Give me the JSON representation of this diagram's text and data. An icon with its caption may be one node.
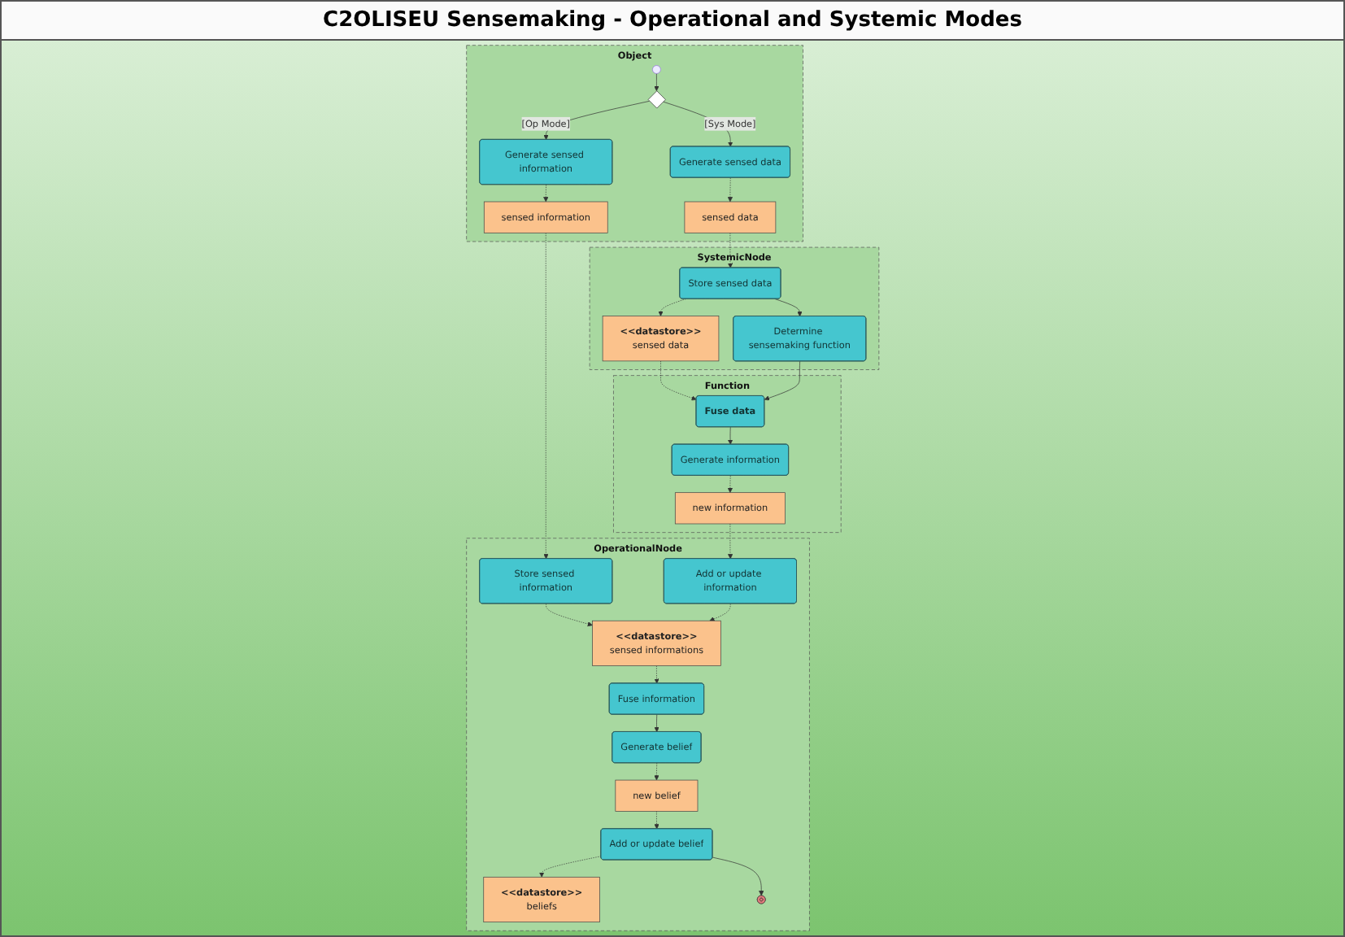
{
  "diagram": {
    "title": "C2OLISEU Sensemaking - Operational and Systemic Modes",
    "nodes": [
      {
        "text": [
          "Object"
        ]
      },
      {
        "text": [
          "Function"
        ]
      },
      {
        "text": [
          "SystemicNode"
        ]
      },
      {
        "text": [
          "OperationalNode"
        ]
      },
      {
        "text": [
          "sensed information"
        ],
        "in": 0
      },
      {
        "text": [
          "Generate sensed information"
        ],
        "in": 0
      },
      {
        "text": [],
        "shape": "circle",
        "in": 0
      },
      {
        "text": [],
        "shape": "diamond",
        "in": 0
      },
      {
        "text": [
          "Generate sensed data"
        ],
        "in": 0
      },
      {
        "text": [
          "sensed data"
        ],
        "in": 0
      },
      {
        "text": [
          "new information"
        ],
        "in": 1
      },
      {
        "text": [
          "Generate information"
        ],
        "in": 1
      },
      {
        "text": [
          "Fuse data"
        ],
        "in": 1
      },
      {
        "text": [
          "Determine sensemaking function"
        ],
        "in": 2
      },
      {
        "text": [
          "<<datastore>>",
          "sensed data"
        ],
        "in": 2
      },
      {
        "text": [
          "Store sensed data"
        ],
        "in": 2
      },
      {
        "text": [
          "Store sensed information"
        ],
        "in": 3
      },
      {
        "text": [
          "Add or update information"
        ],
        "in": 3
      },
      {
        "text": [
          "<<datastore>>",
          "sensed informations"
        ],
        "in": 3
      },
      {
        "text": [
          "Fuse information"
        ],
        "in": 3
      },
      {
        "text": [
          "Generate belief"
        ],
        "in": 3
      },
      {
        "text": [
          "new belief"
        ],
        "in": 3
      },
      {
        "text": [
          "Add or update belief"
        ],
        "in": 3
      },
      {
        "text": [
          "<<datastore>>",
          "beliefs"
        ],
        "in": 3
      },
      {
        "text": [],
        "shape": "circle",
        "in": 3
      }
    ],
    "edges": [
      {
        "from": 6,
        "to": 7,
        "arrow": "to"
      },
      {
        "from": 7,
        "to": 5,
        "arrow": "to",
        "label": "[Op Mode]"
      },
      {
        "from": 7,
        "to": 8,
        "arrow": "to",
        "label": "[Sys Mode]"
      },
      {
        "from": 5,
        "to": 4,
        "arrow": "to",
        "style": "dashed"
      },
      {
        "from": 4,
        "to": 16,
        "arrow": "to",
        "style": "dashed"
      },
      {
        "from": 12,
        "to": 11,
        "arrow": "to"
      },
      {
        "from": 11,
        "to": 10,
        "arrow": "to",
        "style": "dashed"
      },
      {
        "from": 10,
        "to": 17,
        "arrow": "to",
        "style": "dashed"
      },
      {
        "from": 16,
        "to": 18,
        "arrow": "to",
        "style": "dashed"
      },
      {
        "from": 17,
        "to": 18,
        "arrow": "to",
        "style": "dashed"
      },
      {
        "from": 18,
        "to": 19,
        "arrow": "to",
        "style": "dashed"
      },
      {
        "from": 19,
        "to": 20,
        "arrow": "to"
      },
      {
        "from": 20,
        "to": 21,
        "arrow": "to",
        "style": "dashed"
      },
      {
        "from": 21,
        "to": 22,
        "arrow": "to",
        "style": "dashed"
      },
      {
        "from": 22,
        "to": 23,
        "arrow": "to",
        "style": "dashed"
      },
      {
        "from": 22,
        "to": 24,
        "arrow": "to"
      },
      {
        "from": 8,
        "to": 9,
        "arrow": "to",
        "style": "dashed"
      },
      {
        "from": 9,
        "to": 15,
        "arrow": "to",
        "style": "dashed"
      },
      {
        "from": 15,
        "to": 14,
        "arrow": "to",
        "style": "dashed"
      },
      {
        "from": 14,
        "to": 12,
        "arrow": "to",
        "style": "dashed"
      },
      {
        "from": 15,
        "to": 13,
        "arrow": "to"
      },
      {
        "from": 13,
        "to": 12,
        "arrow": "to"
      }
    ]
  }
}
